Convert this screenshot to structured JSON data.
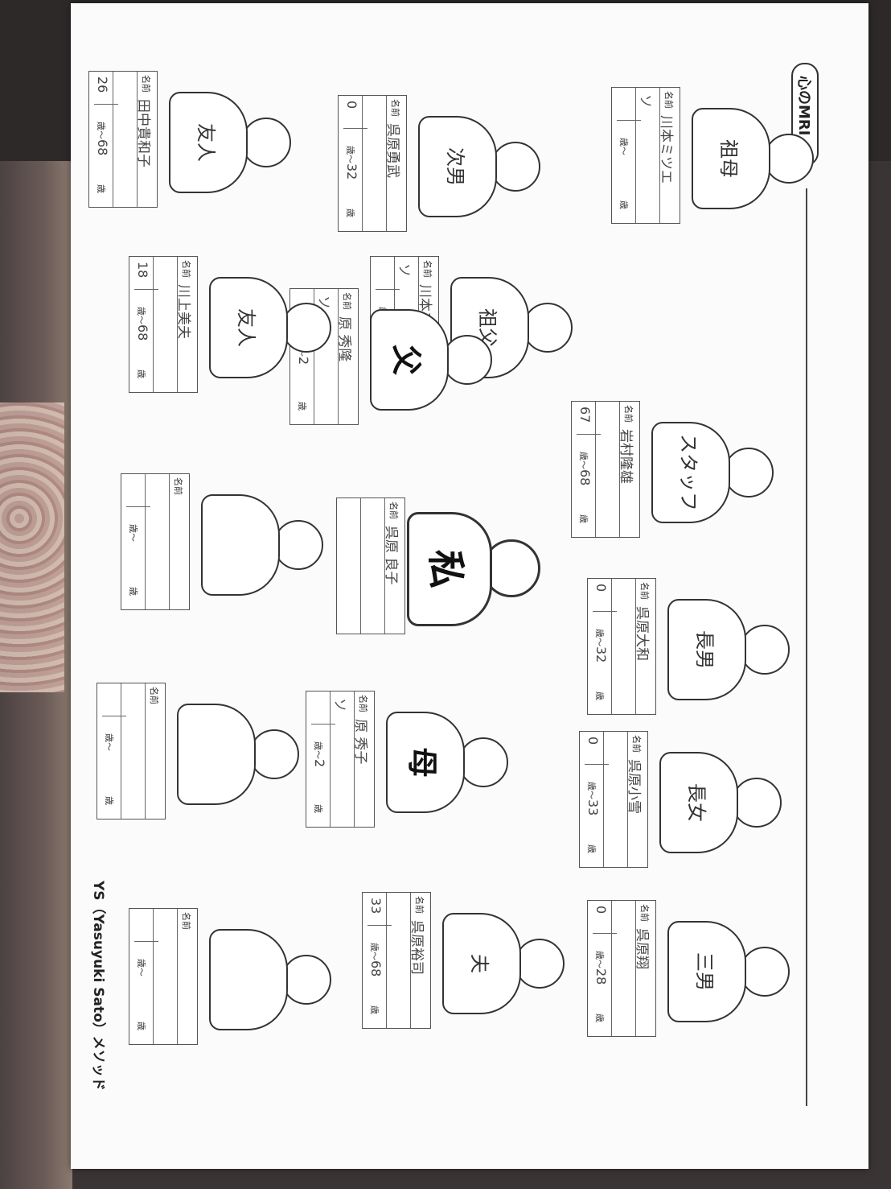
{
  "title": "心のMRI ②",
  "footer": "YS（Yasuyuki Sato）メソッド",
  "labels": {
    "name": "名前",
    "age_from": "歳〜",
    "age_to": "歳"
  },
  "figures": [
    {
      "id": "sobo",
      "role": "祖母",
      "name": "川本ミツエ",
      "mark": "ソ",
      "age_from": "",
      "age_to": ""
    },
    {
      "id": "sofu",
      "role": "祖父",
      "name": "川本フサジ",
      "mark": "ソ",
      "age_from": "",
      "age_to": ""
    },
    {
      "id": "staff",
      "role": "スタッフ",
      "name": "岩村隆雄",
      "mark": "",
      "age_from": "67",
      "age_to": "68"
    },
    {
      "id": "chonan",
      "role": "長男",
      "name": "呉原大和",
      "mark": "",
      "age_from": "0",
      "age_to": "32"
    },
    {
      "id": "choujo",
      "role": "長女",
      "name": "呉原小雪",
      "mark": "",
      "age_from": "0",
      "age_to": "33"
    },
    {
      "id": "sannan",
      "role": "三男",
      "name": "呉原翔",
      "mark": "",
      "age_from": "0",
      "age_to": "28"
    },
    {
      "id": "jinan",
      "role": "次男",
      "name": "呉原勇武",
      "mark": "",
      "age_from": "0",
      "age_to": "32"
    },
    {
      "id": "chichi",
      "role": "父",
      "name": "原 秀隆",
      "mark": "ソ",
      "age_from": "",
      "age_to": "2"
    },
    {
      "id": "watashi",
      "role": "私",
      "name": "呉原 良子",
      "mark": "",
      "age_from": "",
      "age_to": ""
    },
    {
      "id": "haha",
      "role": "母",
      "name": "原 秀子",
      "mark": "ソ",
      "age_from": "",
      "age_to": "2"
    },
    {
      "id": "otto",
      "role": "夫",
      "name": "呉原裕司",
      "mark": "",
      "age_from": "33",
      "age_to": "68"
    },
    {
      "id": "yujin1",
      "role": "友人",
      "name": "田中貴和子",
      "mark": "",
      "age_from": "26",
      "age_to": "68"
    },
    {
      "id": "yujin2",
      "role": "友人",
      "name": "川上美夫",
      "mark": "",
      "age_from": "18",
      "age_to": "68"
    },
    {
      "id": "blank1",
      "role": "",
      "name": "",
      "mark": "",
      "age_from": "",
      "age_to": ""
    },
    {
      "id": "blank2",
      "role": "",
      "name": "",
      "mark": "",
      "age_from": "",
      "age_to": ""
    },
    {
      "id": "blank3",
      "role": "",
      "name": "",
      "mark": "",
      "age_from": "",
      "age_to": ""
    }
  ]
}
